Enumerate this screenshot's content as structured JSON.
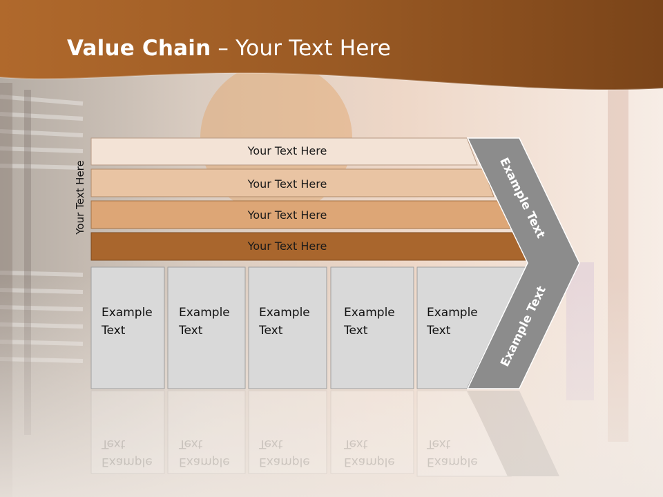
{
  "title": {
    "bold": "Value Chain",
    "rest": " – Your Text Here"
  },
  "side_label": "Your Text Here",
  "bars": [
    {
      "label": "Your Text Here",
      "color": "#f3e3d6"
    },
    {
      "label": "Your Text Here",
      "color": "#e9c4a3"
    },
    {
      "label": "Your Text Here",
      "color": "#dda676"
    },
    {
      "label": "Your Text Here",
      "color": "#a9662d"
    }
  ],
  "boxes": [
    {
      "text": "Example\nText"
    },
    {
      "text": "Example\nText"
    },
    {
      "text": "Example\nText"
    },
    {
      "text": "Example\nText"
    },
    {
      "text": "Example\nText"
    }
  ],
  "chevron": {
    "upper": "Example Text",
    "lower": "Example Text",
    "color": "#8c8c8c"
  },
  "colors": {
    "banner": "#a05a22",
    "box": "#d9d9d9"
  }
}
